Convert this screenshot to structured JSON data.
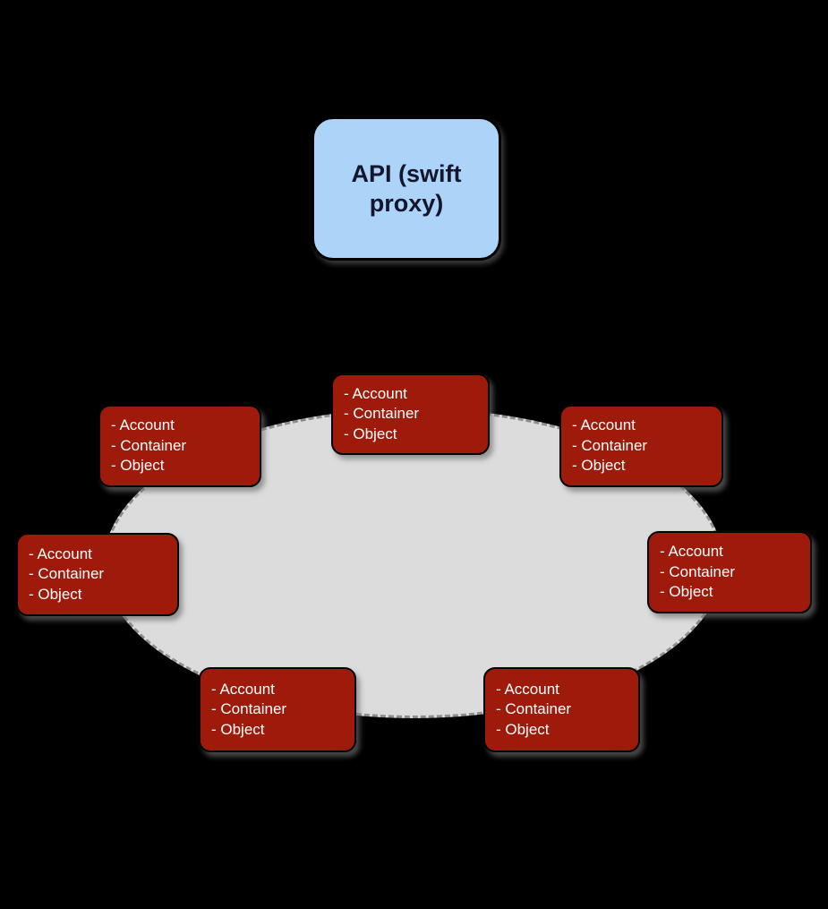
{
  "api": {
    "label": "API (swift proxy)"
  },
  "ring": {
    "nodes": [
      {
        "position": "top",
        "lines": [
          "- Account",
          "- Container",
          "- Object"
        ]
      },
      {
        "position": "upper-left",
        "lines": [
          "- Account",
          "- Container",
          "- Object"
        ]
      },
      {
        "position": "upper-right",
        "lines": [
          "- Account",
          "- Container",
          "- Object"
        ]
      },
      {
        "position": "left",
        "lines": [
          "- Account",
          "- Container",
          "- Object"
        ]
      },
      {
        "position": "right",
        "lines": [
          "- Account",
          "- Container",
          "- Object"
        ]
      },
      {
        "position": "bottom-left",
        "lines": [
          "- Account",
          "- Container",
          "- Object"
        ]
      },
      {
        "position": "bottom-right",
        "lines": [
          "- Account",
          "- Container",
          "- Object"
        ]
      }
    ]
  },
  "colors": {
    "background": "#000000",
    "api_box_fill": "#abd4f8",
    "api_box_text": "#15152e",
    "node_fill": "#9e1a0b",
    "node_text": "#ffffff",
    "ellipse_fill": "#dcdcdc",
    "ellipse_border": "#8e8e8e"
  }
}
